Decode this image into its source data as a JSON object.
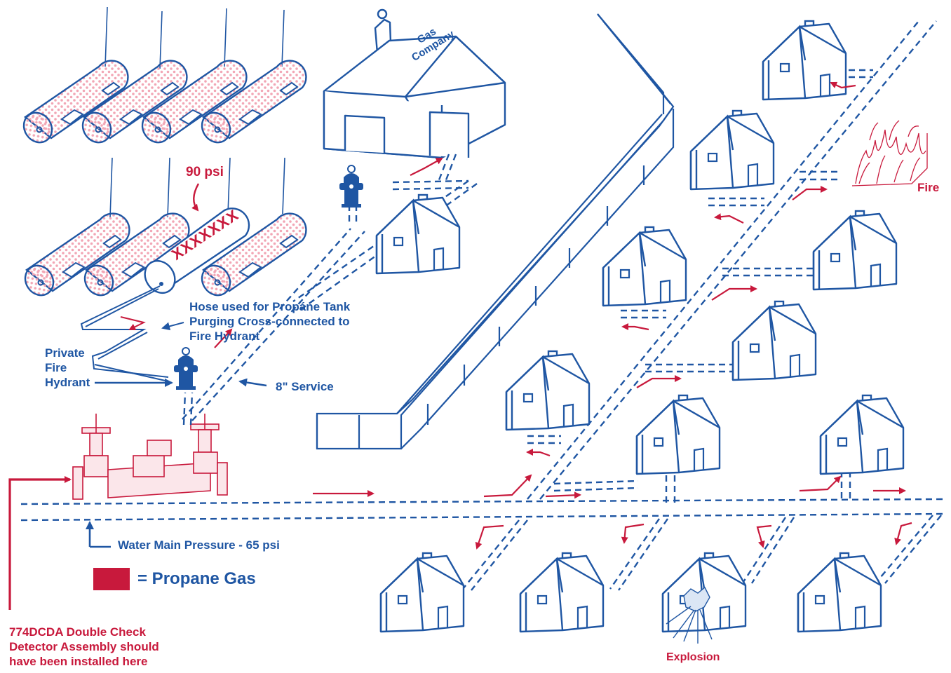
{
  "colors": {
    "blue": "#1f56a3",
    "red": "#c8193c",
    "pink_dot": "#f2a6b5"
  },
  "labels": {
    "gas_company_line1": "Gas",
    "gas_company_line2": "Company",
    "psi_90": "90 psi",
    "xmarks": "XXXXXXX",
    "hose": "Hose used for Propáne Tank\nPurging Cross-connected to\nFire Hydrant",
    "private_hydrant": "Private\nFire\nHydrant",
    "service": "8\" Service",
    "water_main": "Water Main Pressure - 65 psi",
    "propane_legend": "= Propane Gas",
    "assembly_note": "774DCDA Double Check\nDetector Assembly should\nhave been installed here",
    "fire": "Fire",
    "explosion": "Explosion"
  },
  "icons": [
    "propane-tank-icon",
    "fire-hydrant-icon",
    "house-icon",
    "gas-company-building-icon",
    "backflow-valve-icon",
    "fire-icon",
    "explosion-icon",
    "flow-arrow-icon"
  ]
}
